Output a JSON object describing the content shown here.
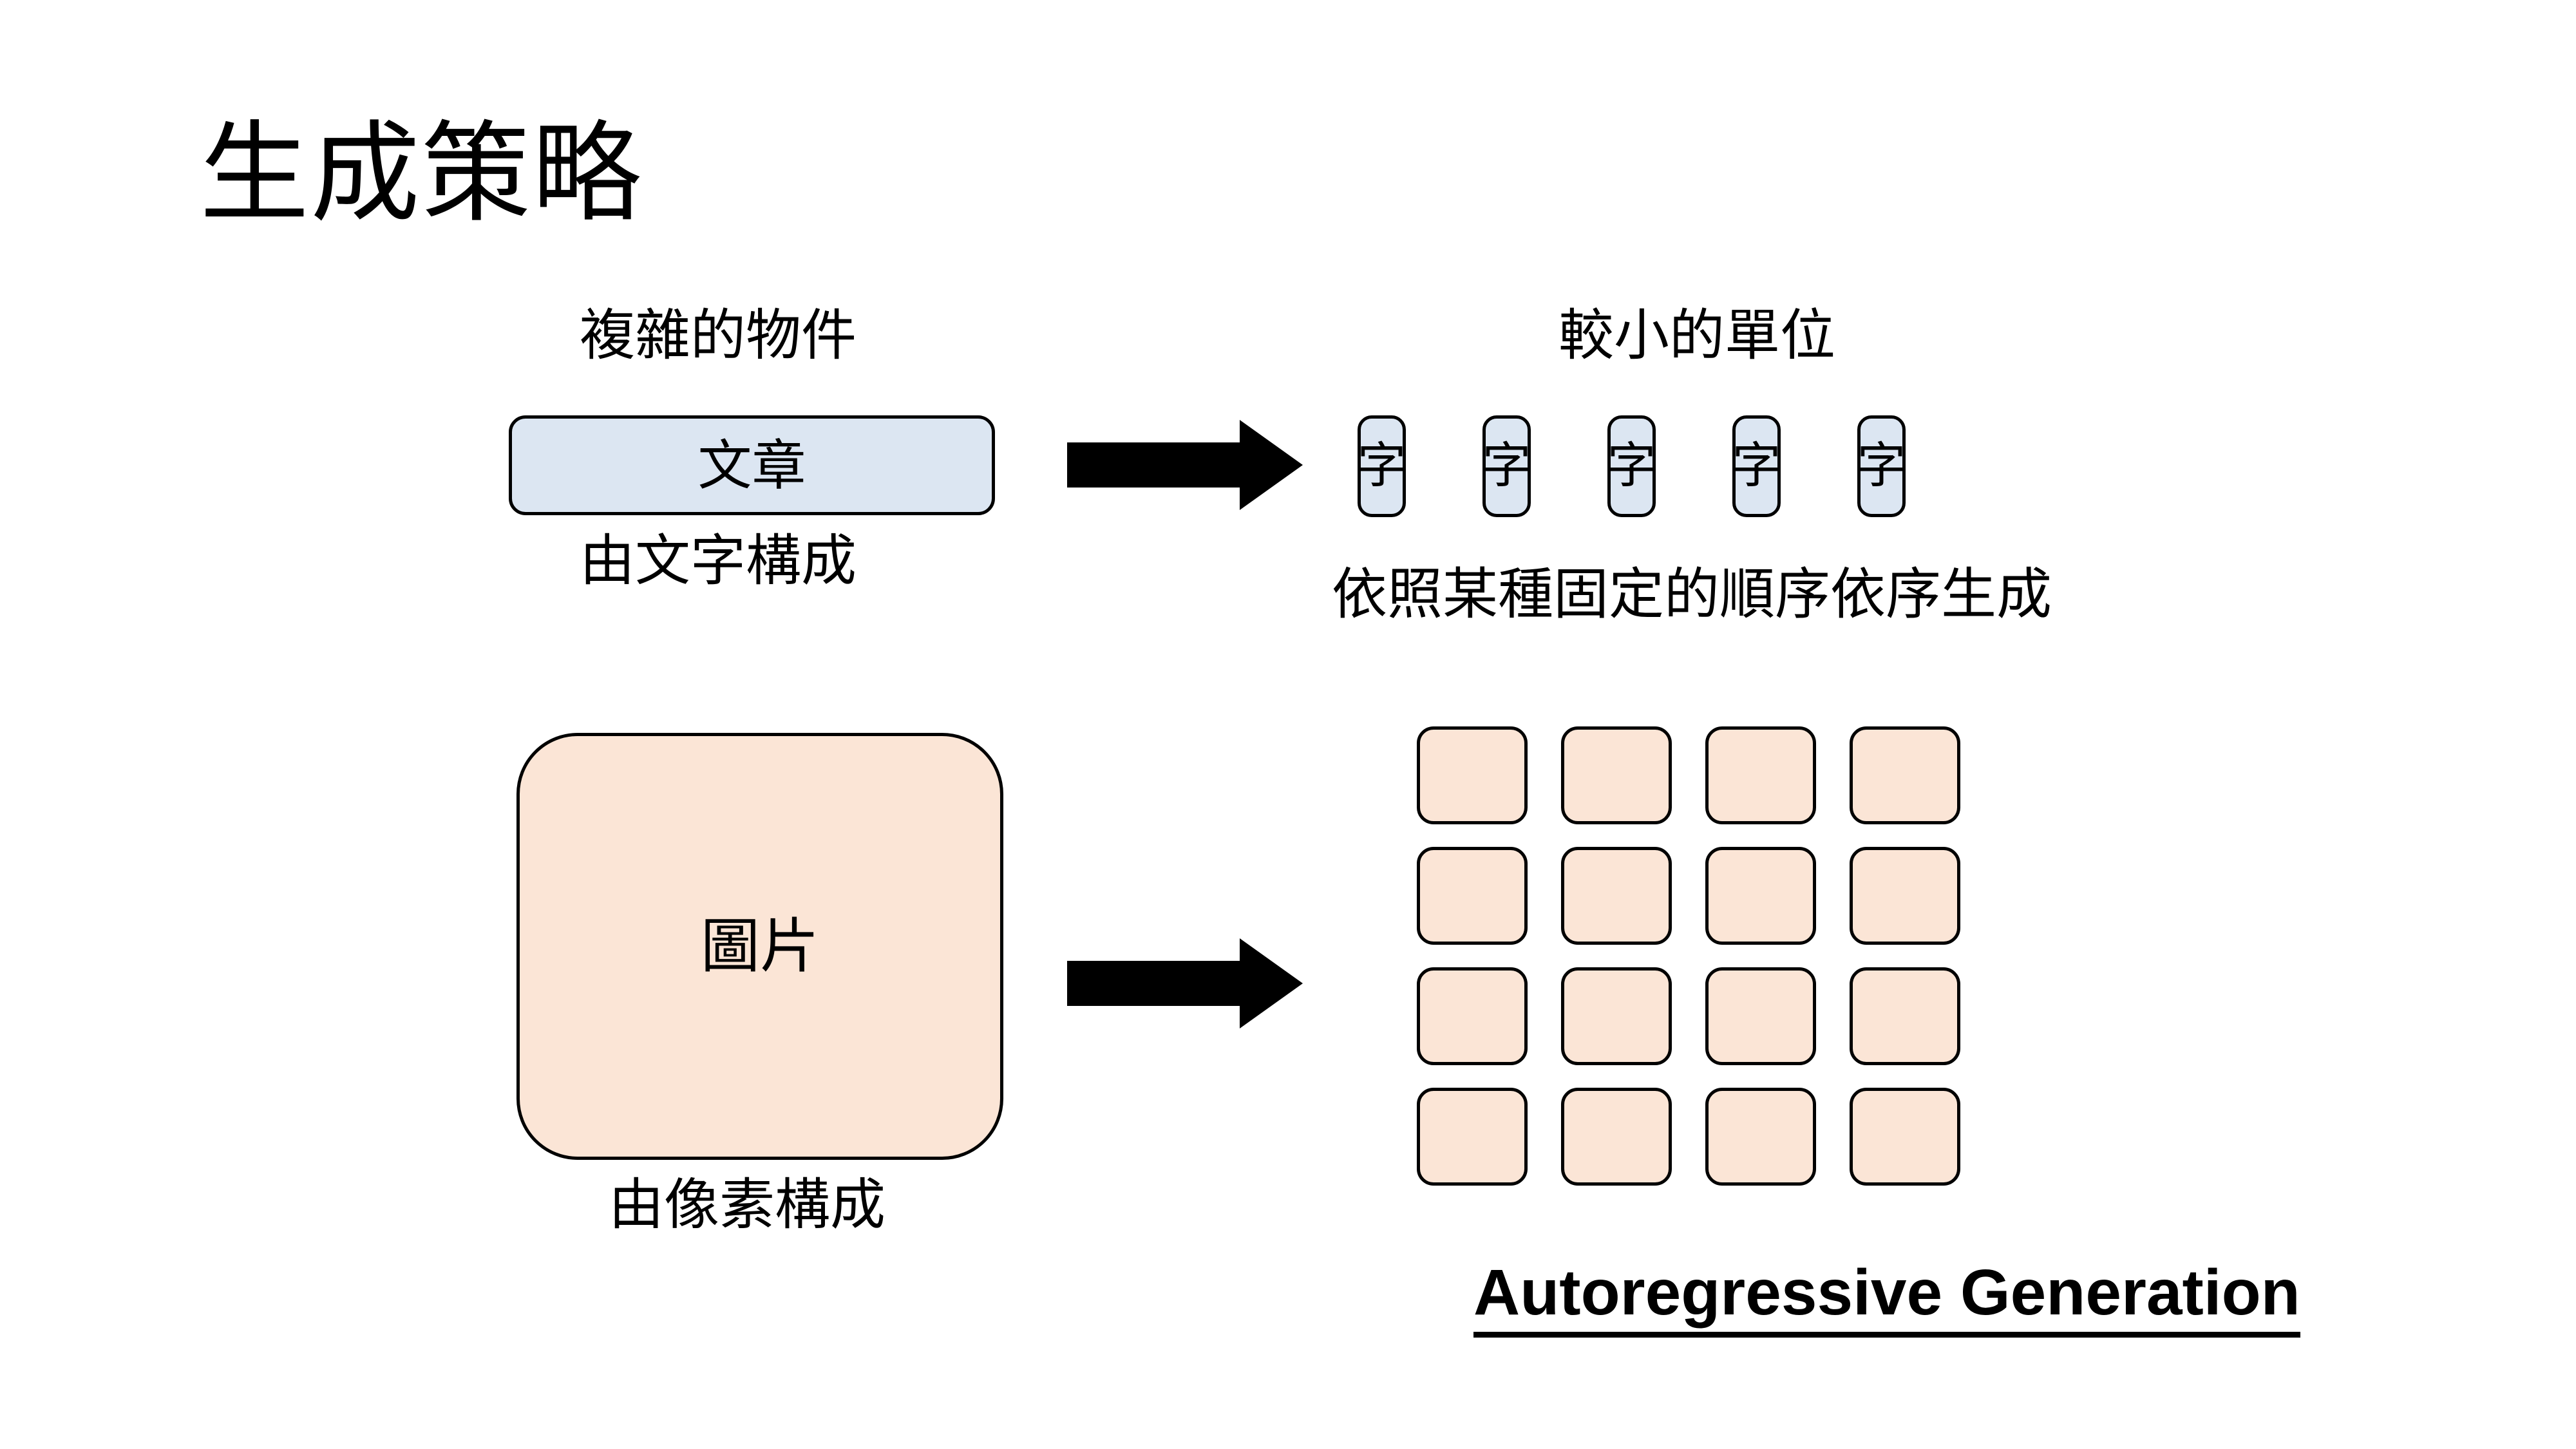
{
  "slide": {
    "title": "生成策略",
    "background_color": "#ffffff"
  },
  "colors": {
    "text_box_fill": "#dce6f2",
    "image_box_fill": "#fbe5d6",
    "outline": "#000000",
    "text": "#000000"
  },
  "text_row": {
    "source_caption_top": "複雜的物件",
    "source_box_label": "文章",
    "source_caption_bottom": "由文字構成",
    "target_caption_top": "較小的單位",
    "tokens": [
      "字",
      "字",
      "字",
      "字",
      "字"
    ],
    "target_caption_bottom": "依照某種固定的順序依序生成",
    "arrow": "right-block-arrow"
  },
  "image_row": {
    "source_box_label": "圖片",
    "source_caption_bottom": "由像素構成",
    "arrow": "right-block-arrow",
    "grid": {
      "rows": 4,
      "cols": 4,
      "cells": [
        "",
        "",
        "",
        "",
        "",
        "",
        "",
        "",
        "",
        "",
        "",
        "",
        "",
        "",
        "",
        ""
      ]
    },
    "footer_label": "Autoregressive Generation"
  }
}
